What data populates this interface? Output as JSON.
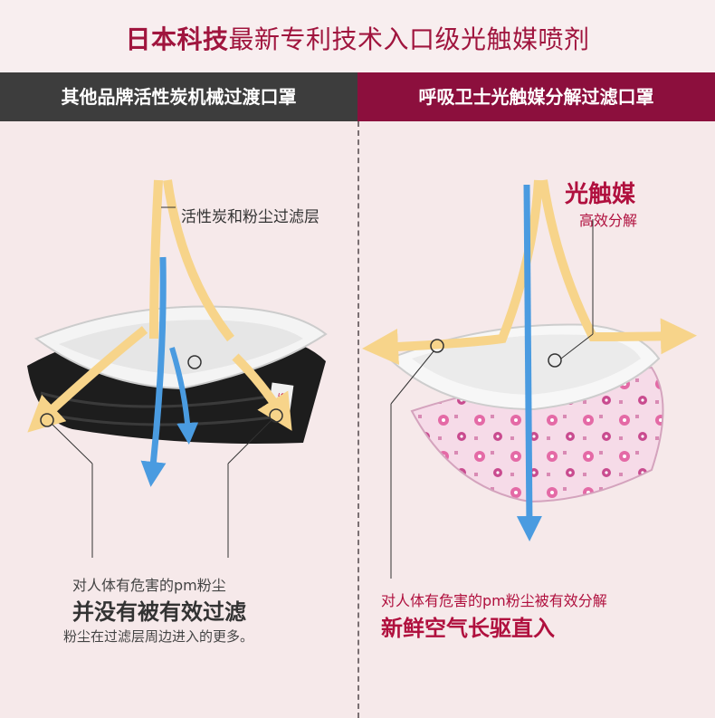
{
  "title": {
    "part1": "日本科技",
    "part2": "最新专利技术入口级光触媒喷剂"
  },
  "columns": {
    "left_header": "其他品牌活性炭机械过渡口罩",
    "right_header": "呼吸卫士光触媒分解过滤口罩"
  },
  "left": {
    "callout": "活性炭和粉尘过滤层",
    "mask_tag": "2.5",
    "line1": "对人体有危害的pm粉尘",
    "line2": "并没有被有效过滤",
    "line3": "粉尘在过滤层周边进入的更多。"
  },
  "right": {
    "callout_title": "光触媒",
    "callout_sub": "高效分解",
    "line1": "对人体有危害的pm粉尘被有效分解",
    "line2": "新鲜空气长驱直入"
  },
  "colors": {
    "accent": "#8c0f3d",
    "dark_header": "#3d3d3d",
    "background": "#f6e9ea",
    "airflow_yellow": "#f7d48a",
    "airflow_blue": "#4a9be0"
  }
}
